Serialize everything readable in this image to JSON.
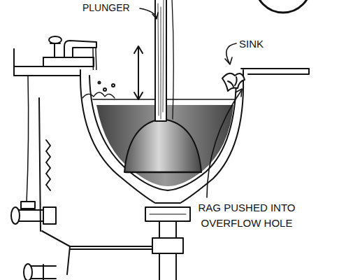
{
  "diagram": {
    "labels": [
      "PLUNGER",
      "SINK",
      "RAG PUSHED INTO OVERFLOW HOLE"
    ]
  }
}
